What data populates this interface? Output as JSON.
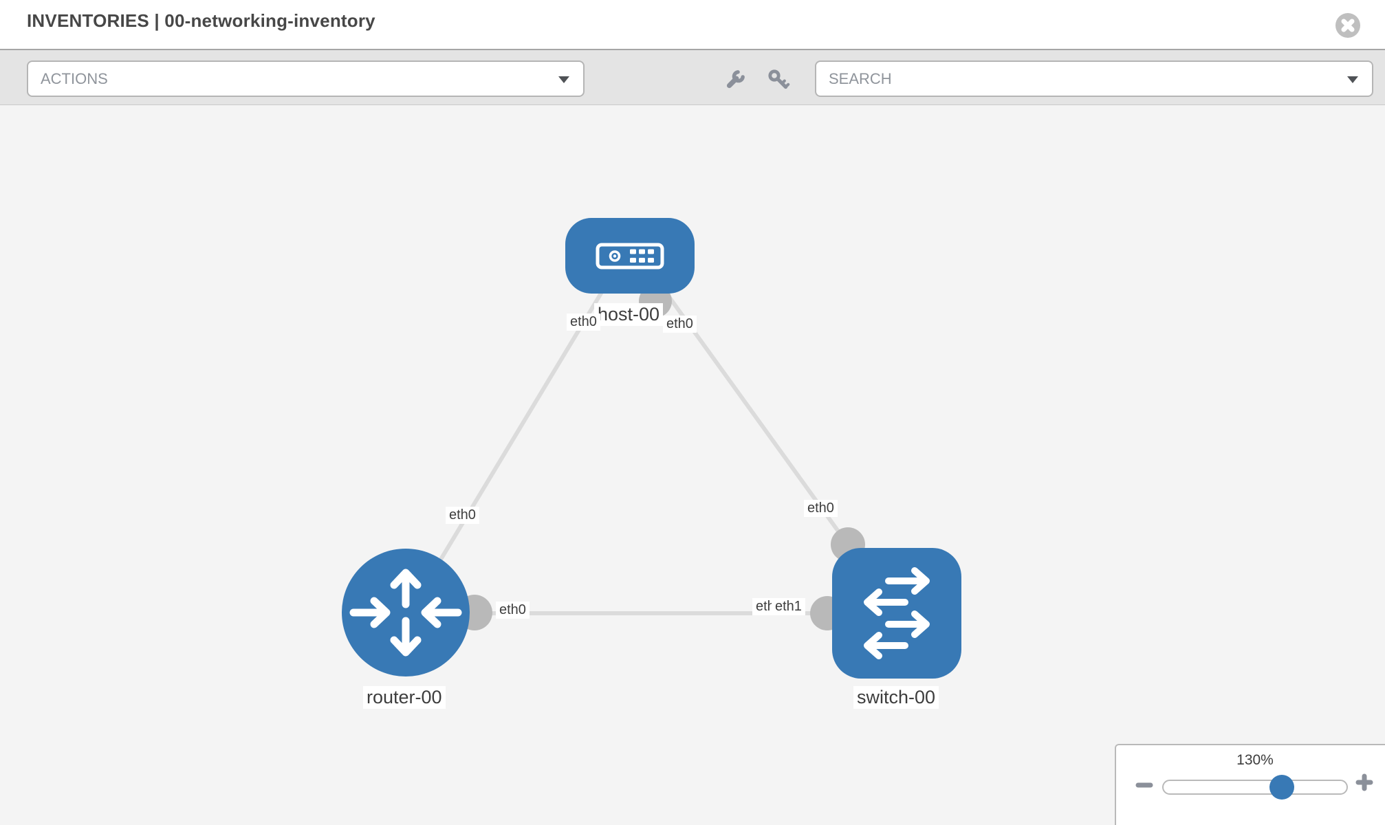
{
  "header": {
    "title": "INVENTORIES | 00-networking-inventory"
  },
  "toolbar": {
    "actions_label": "ACTIONS",
    "search_label": "SEARCH",
    "icons": [
      "wrench-icon",
      "key-icon"
    ]
  },
  "topology": {
    "nodes": [
      {
        "id": "host-00",
        "label": "host-00",
        "type": "host"
      },
      {
        "id": "router-00",
        "label": "router-00",
        "type": "router"
      },
      {
        "id": "switch-00",
        "label": "switch-00",
        "type": "switch"
      }
    ],
    "edges": [
      {
        "from": "host-00",
        "to": "router-00",
        "from_interface": "eth0",
        "to_interface": "eth0"
      },
      {
        "from": "host-00",
        "to": "switch-00",
        "from_interface": "eth0",
        "to_interface": "eth0"
      },
      {
        "from": "router-00",
        "to": "switch-00",
        "from_interface": "eth0",
        "to_interface": "eth1",
        "overlapped_label": "eth0"
      }
    ]
  },
  "zoom_control": {
    "level": "130%"
  },
  "colors": {
    "node_blue": "#3879b5",
    "edge_gray": "#dbdbdb",
    "connector_gray": "#b9b9b9",
    "canvas_bg": "#f4f4f4"
  }
}
